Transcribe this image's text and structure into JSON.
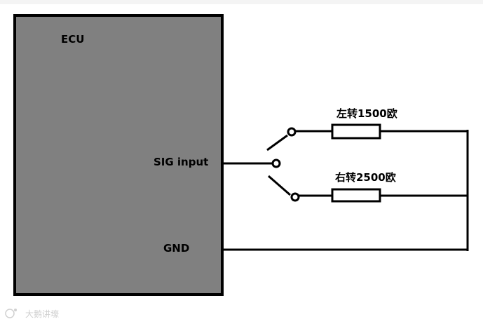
{
  "ecu": {
    "title": "ECU",
    "sig_label": "SIG input",
    "gnd_label": "GND"
  },
  "resistors": [
    {
      "label": "左转1500欧"
    },
    {
      "label": "右转2500欧"
    }
  ],
  "watermark": {
    "text": "大鹅讲壕"
  },
  "colors": {
    "ecu_fill": "#808080",
    "wire": "#000000",
    "background": "#ffffff"
  }
}
